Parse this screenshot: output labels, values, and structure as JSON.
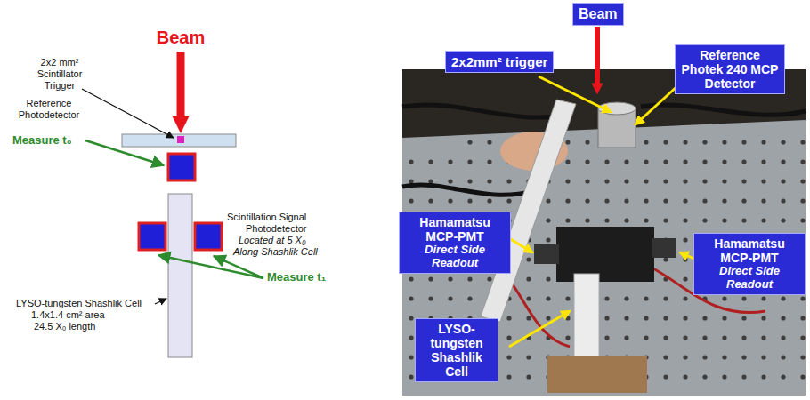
{
  "diagram": {
    "nodes": [
      {
        "text": [
          "Beam"
        ]
      },
      {
        "text": [
          "2x2mm² trigger"
        ]
      },
      {
        "text": [
          "Reference Photek 240 MCP Detector"
        ]
      },
      {
        "text": [
          "Hamamatsu MCP-PMT",
          "Direct Side Readout"
        ]
      },
      {
        "text": [
          "Hamamatsu MCP-PMT",
          "Direct Side Readout"
        ]
      },
      {
        "text": [
          "LYSO-tungsten Shashlik Cell"
        ]
      }
    ],
    "labels": [
      "Beam",
      "2x2 mm²",
      "Scintillator",
      "Trigger",
      "Reference",
      "Photodetector",
      "Measure t₀",
      "Scintillation Signal",
      "Photodetector",
      "Located at 5 X₀",
      "Along Shashlik Cell",
      "Measure t₁",
      "LYSO-tungsten Shashlik Cell",
      "1.4x1.4 cm² area",
      "24.5 X₀ length"
    ]
  }
}
